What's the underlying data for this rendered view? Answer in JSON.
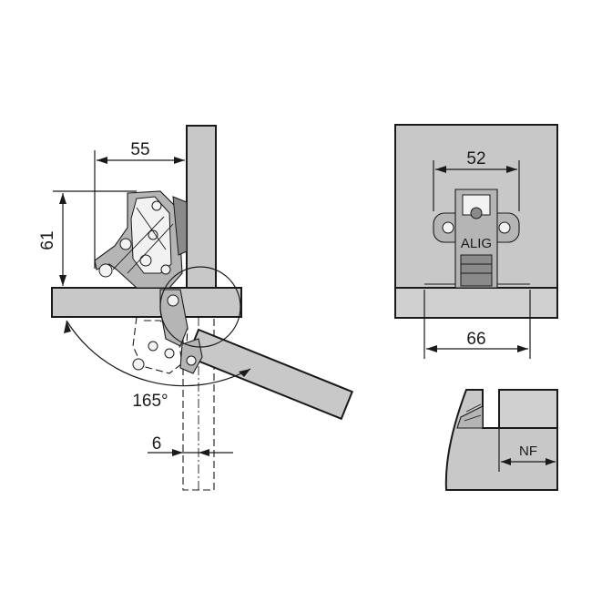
{
  "dimensions": {
    "side_depth": "55",
    "side_height": "61",
    "opening_angle": "165°",
    "door_offset": "6",
    "plate_width": "52",
    "cup_spacing": "66",
    "nf_label": "NF"
  },
  "brand": {
    "logo_text": "ALIG"
  },
  "colors": {
    "panel": "#c8c8c8",
    "line": "#1a1a1a"
  }
}
